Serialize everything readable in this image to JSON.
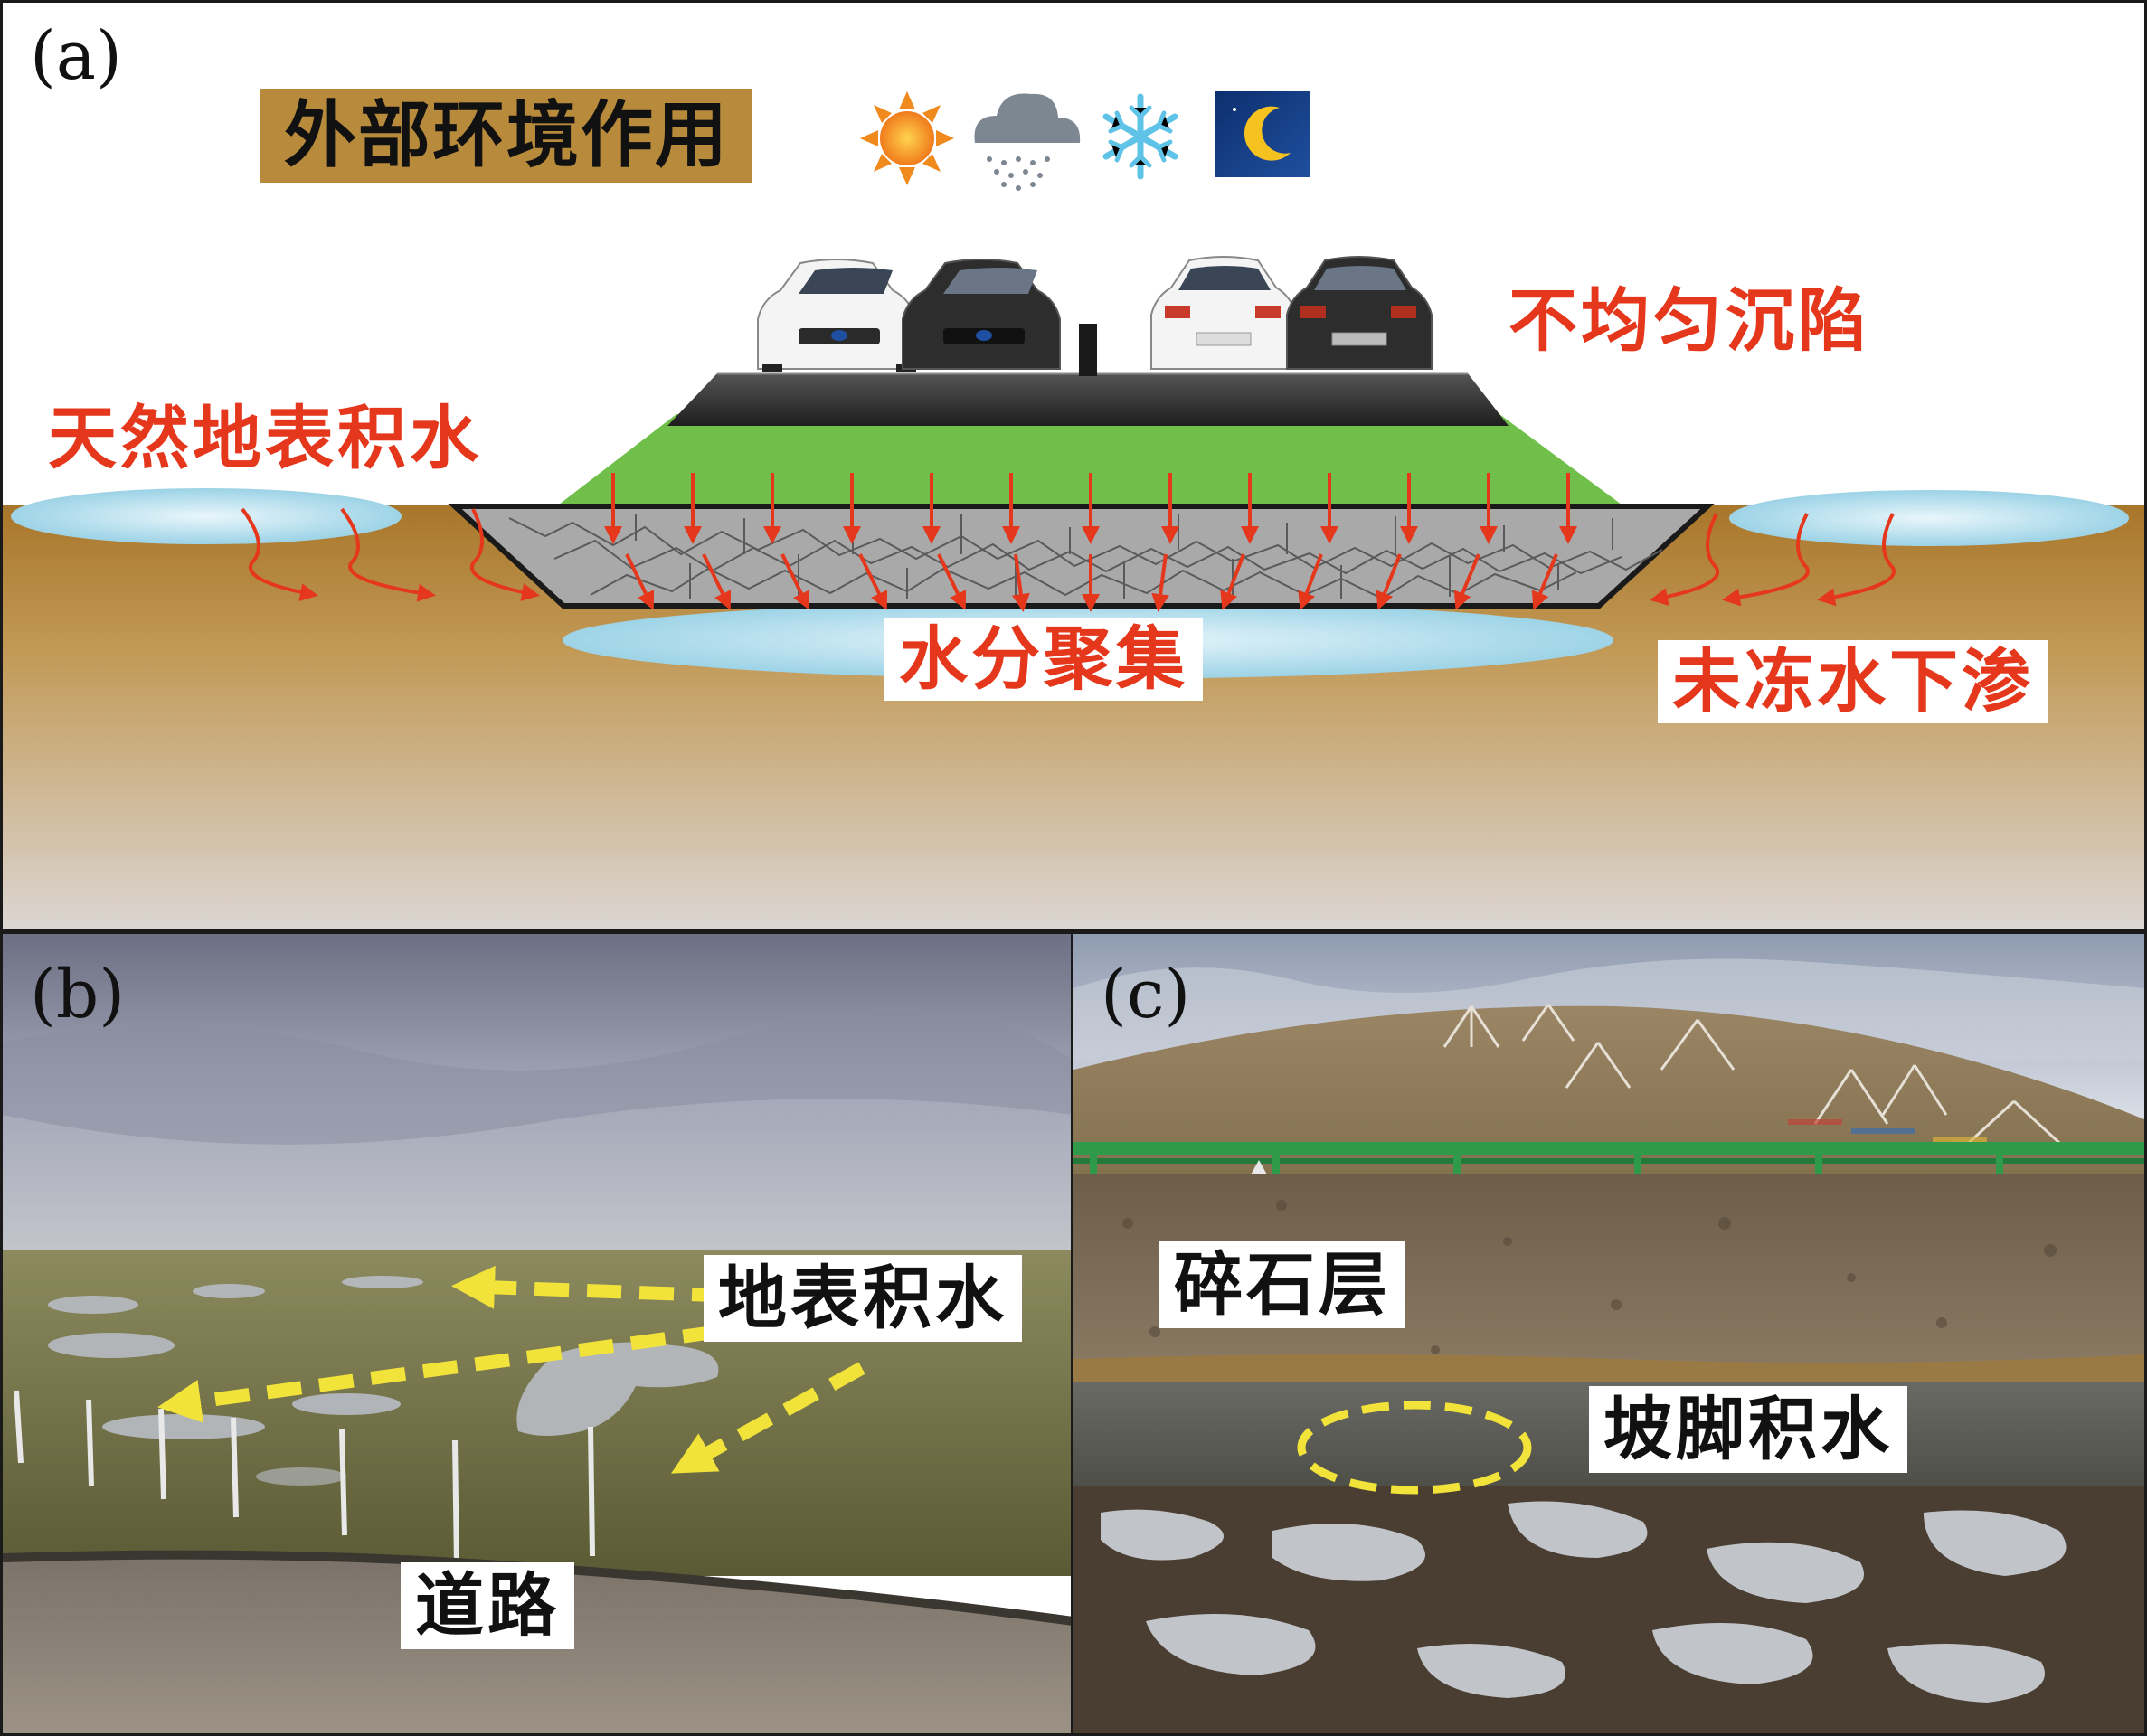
{
  "panel_a": {
    "letter": "(a)",
    "env_title": "外部环境作用",
    "weather_icons": [
      "sun-icon",
      "rain-cloud-icon",
      "snowflake-icon",
      "night-moon-icon"
    ],
    "labels": {
      "uneven_settlement": "不均匀沉陷",
      "natural_surface_water": "天然地表积水",
      "moisture_accumulation": "水分聚集",
      "unfrozen_water_seepage": "未冻水下渗"
    },
    "colors": {
      "arrow": "#e5371c",
      "embankment": "#6fbf4a",
      "pavement": "#2c2c2c",
      "soil": "#b07c2c"
    }
  },
  "panel_b": {
    "letter": "(b)",
    "labels": {
      "surface_water": "地表积水",
      "road": "道路"
    },
    "colors": {
      "arrow": "#f2e33a"
    }
  },
  "panel_c": {
    "letter": "(c)",
    "labels": {
      "gravel_layer": "碎石层",
      "slope_toe_water": "坡脚积水"
    },
    "colors": {
      "guardrail": "#2e9a4a",
      "ellipse": "#f2e33a"
    }
  }
}
